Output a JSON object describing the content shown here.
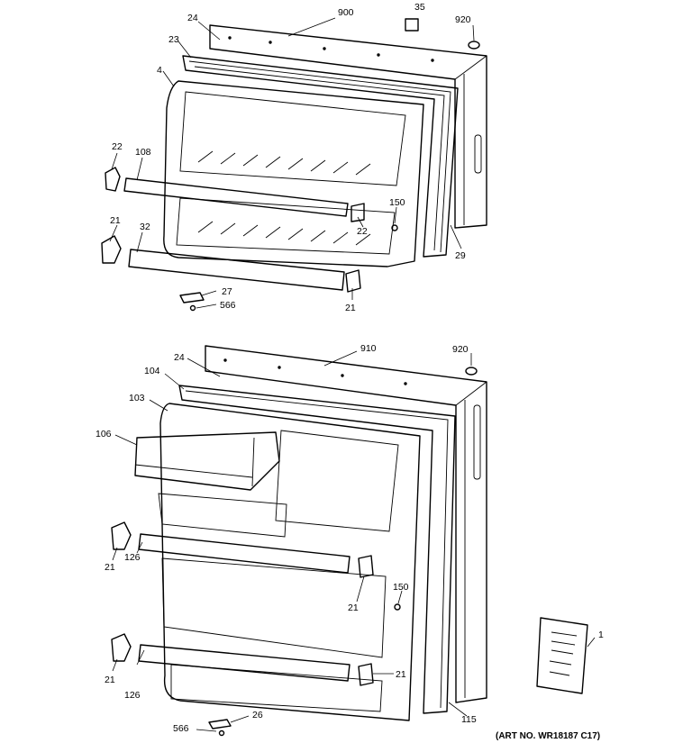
{
  "callouts": {
    "c_900": "900",
    "c_35": "35",
    "c_920_top": "920",
    "c_24_top": "24",
    "c_23": "23",
    "c_4": "4",
    "c_22_left": "22",
    "c_108": "108",
    "c_150_top": "150",
    "c_22_right": "22",
    "c_29": "29",
    "c_21_left_top": "21",
    "c_32": "32",
    "c_27": "27",
    "c_566_top": "566",
    "c_21_bottom_top": "21",
    "c_910": "910",
    "c_920_bot": "920",
    "c_24_bot": "24",
    "c_104": "104",
    "c_103": "103",
    "c_106": "106",
    "c_21_left_mid": "21",
    "c_126_mid": "126",
    "c_21_mid": "21",
    "c_150_bot": "150",
    "c_1": "1",
    "c_21_left_low": "21",
    "c_126_low": "126",
    "c_21_right_low": "21",
    "c_115": "115",
    "c_566_bot": "566",
    "c_26": "26"
  },
  "art_number": "(ART NO. WR18187 C17)"
}
